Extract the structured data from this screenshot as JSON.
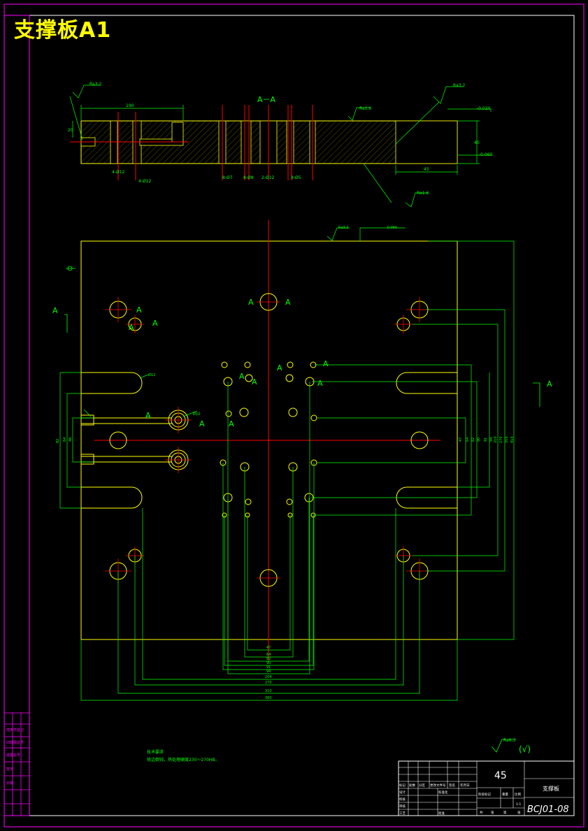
{
  "header": {
    "title": "支撑板A1"
  },
  "section": {
    "label": "A－A",
    "roughness_marks": [
      "Ra3.2",
      "Ra3.2",
      "Ra1.6",
      "Ra1.6"
    ],
    "dims": {
      "overall_left": "190",
      "depth_left": "20",
      "right_length": "45",
      "thickness": "40",
      "tol_top": "-0.020",
      "tol_right": "-0.060"
    },
    "hole_labels": [
      "4-Ø12",
      "4-Ø12",
      "8-Ø7",
      "8-Ø8",
      "2-Ø12",
      "8-Ø5"
    ]
  },
  "plan": {
    "roughness_top": "Ra3.2",
    "tol_top": "-0.060",
    "section_letter": "A",
    "slot_dim": "Ø12",
    "small_hole_dim": "Ø10"
  },
  "bottom_dims": [
    "47",
    "64",
    "82",
    "90",
    "91",
    "94",
    "204",
    "270",
    "310",
    "360"
  ],
  "left_dims": [
    "46",
    "64",
    "82"
  ],
  "right_dims": [
    "47",
    "64",
    "82",
    "90",
    "91",
    "94",
    "210",
    "270",
    "310",
    "410"
  ],
  "notes": {
    "heading": "技术要求",
    "line1": "锐边倒钝，热处理硬度230～270HB。"
  },
  "roughness_general": "Ra6.3",
  "roughness_other": "(√)",
  "title_block": {
    "material": "45",
    "part_name": "支撑板",
    "drawing_no": "BCJ01-08",
    "scale": "1:1",
    "small_headers": [
      "标记",
      "处数",
      "分区",
      "更改文件号",
      "签名",
      "年月日"
    ],
    "row_labels": [
      "设计",
      "校核",
      "审核",
      "工艺",
      "标准化",
      "批准"
    ],
    "stage_headers": [
      "阶段标记",
      "重量",
      "比例"
    ],
    "sheet_labels": [
      "共",
      "张",
      "第",
      "张"
    ]
  },
  "sidebar_labels": [
    "借用件登记",
    "旧底图总号",
    "底图总号",
    "签字",
    "日期"
  ],
  "colors": {
    "frame": "#ff00ff",
    "part": "#ffff00",
    "dim": "#00ff00",
    "center": "#ff0000",
    "background": "#000000"
  }
}
